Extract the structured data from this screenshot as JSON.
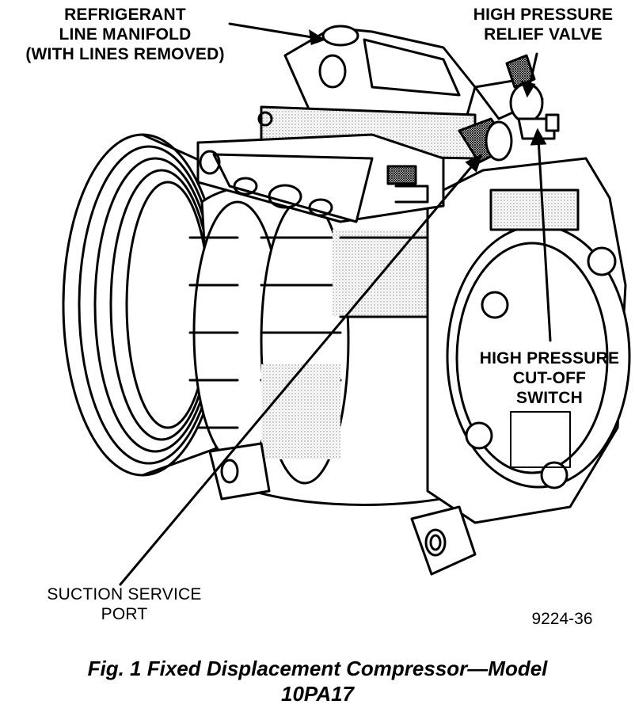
{
  "labels": {
    "manifold": [
      "REFRIGERANT",
      "LINE MANIFOLD",
      "(WITH LINES REMOVED)"
    ],
    "relief": [
      "HIGH PRESSURE",
      "RELIEF VALVE"
    ],
    "cutoff": [
      "HIGH PRESSURE",
      "CUT-OFF",
      "SWITCH"
    ],
    "suction": [
      "SUCTION SERVICE",
      "PORT"
    ]
  },
  "figure_id": "9224-36",
  "caption": [
    "Fig. 1 Fixed Displacement Compressor—Model",
    "10PA17"
  ]
}
